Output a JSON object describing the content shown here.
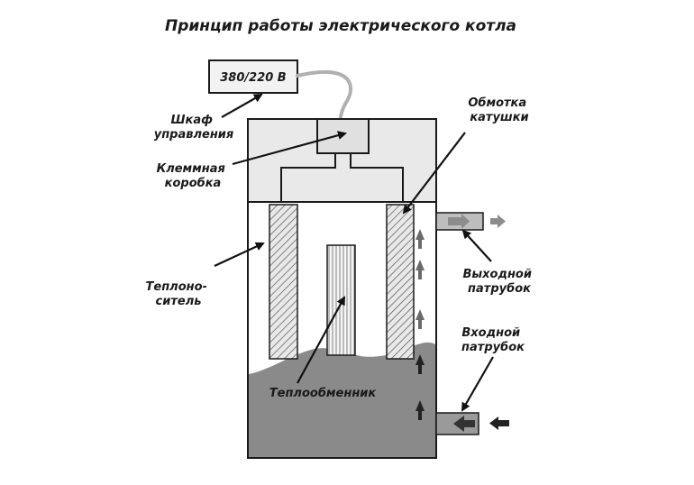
{
  "title": "Принцип работы электрического котла",
  "voltage_label": "380/220 В",
  "labels": {
    "control_cabinet": [
      "Шкаф",
      "управления"
    ],
    "terminal_box": [
      "Клеммная",
      "коробка"
    ],
    "coolant": [
      "Теплоно-",
      "ситель"
    ],
    "heat_exchanger": "Теплообменник",
    "coil_winding": [
      "Обмотка",
      "катушки"
    ],
    "outlet_pipe": [
      "Выходной",
      "патрубок"
    ],
    "inlet_pipe": [
      "Входной",
      "патрубок"
    ]
  },
  "colors": {
    "liquid": "#8a8a8a",
    "body": "#e6e6e6",
    "outline": "#1a1a1a",
    "arrow": "#6a6a6a"
  }
}
